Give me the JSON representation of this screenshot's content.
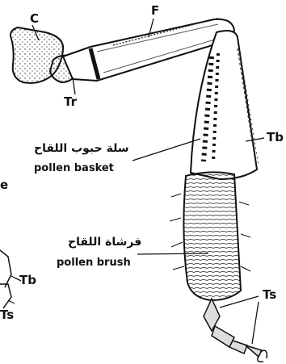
{
  "labels": {
    "coxa": "C",
    "femur": "F",
    "trochanter": "Tr",
    "tibia_right": "Tb",
    "tibia_left": "Tb",
    "tarsus_right": "Ts",
    "tarsus_left": "Ts",
    "left_edge_e": "e"
  },
  "pollen_basket": {
    "arabic": "سلة حبوب اللقاح",
    "english": "pollen basket"
  },
  "pollen_brush": {
    "arabic": "فرشاة اللقاح",
    "english": "pollen brush"
  }
}
